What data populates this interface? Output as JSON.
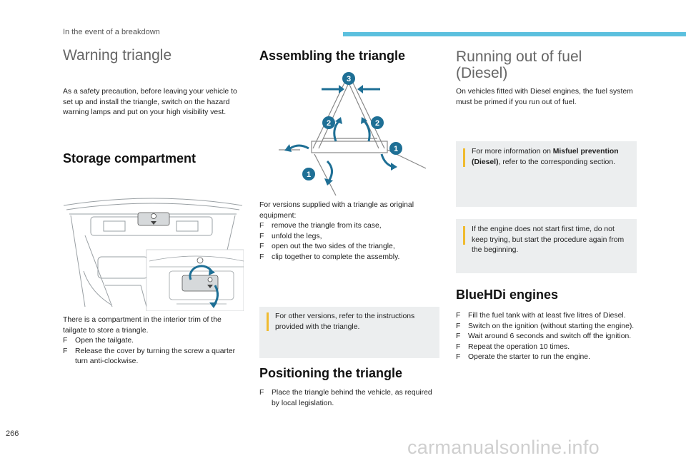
{
  "header": {
    "section": "In the event of a breakdown"
  },
  "col1": {
    "title": "Warning triangle",
    "intro": "As a safety precaution, before leaving your vehicle to set up and install the triangle, switch on the hazard warning lamps and put on your high visibility vest.",
    "storage_title": "Storage compartment",
    "storage_text": "There is a compartment in the interior trim of the tailgate to store a triangle.",
    "storage_steps": [
      "Open the tailgate.",
      "Release the cover by turning the screw a quarter turn anti-clockwise."
    ]
  },
  "col2": {
    "title": "Assembling the triangle",
    "diagram_labels": [
      "3",
      "2",
      "2",
      "1",
      "1"
    ],
    "intro": "For versions supplied with a triangle as original equipment:",
    "steps": [
      "remove the triangle from its case,",
      "unfold the legs,",
      "open out the two sides of the triangle,",
      "clip together to complete the assembly."
    ],
    "note": "For other versions, refer to the instructions provided with the triangle.",
    "positioning_title": "Positioning the triangle",
    "positioning_steps": [
      "Place the triangle behind the vehicle, as required by local legislation."
    ]
  },
  "col3": {
    "title_line1": "Running out of fuel",
    "title_line2": "(Diesel)",
    "intro": "On vehicles fitted with Diesel engines, the fuel system must be primed if you run out of fuel.",
    "note1_pre": "For more information on ",
    "note1_bold": "Misfuel prevention (Diesel)",
    "note1_post": ", refer to the corresponding section.",
    "note2": "If the engine does not start first time, do not keep trying, but start the procedure again from the beginning.",
    "bluehdi_title": "BlueHDi engines",
    "bluehdi_steps": [
      "Fill the fuel tank with at least five litres of Diesel.",
      "Switch on the ignition (without starting the engine).",
      "Wait around 6 seconds and switch off the ignition.",
      "Repeat the operation 10 times.",
      "Operate the starter to run the engine."
    ]
  },
  "bullet_marker": "F",
  "page_number": "266",
  "watermark": "carmanualsonline.info",
  "colors": {
    "accent": "#5bc0de",
    "note_bar": "#f0bb2f",
    "note_bg": "#eceeef",
    "step_badge": "#1e6f95",
    "arrow": "#1e6f95"
  }
}
